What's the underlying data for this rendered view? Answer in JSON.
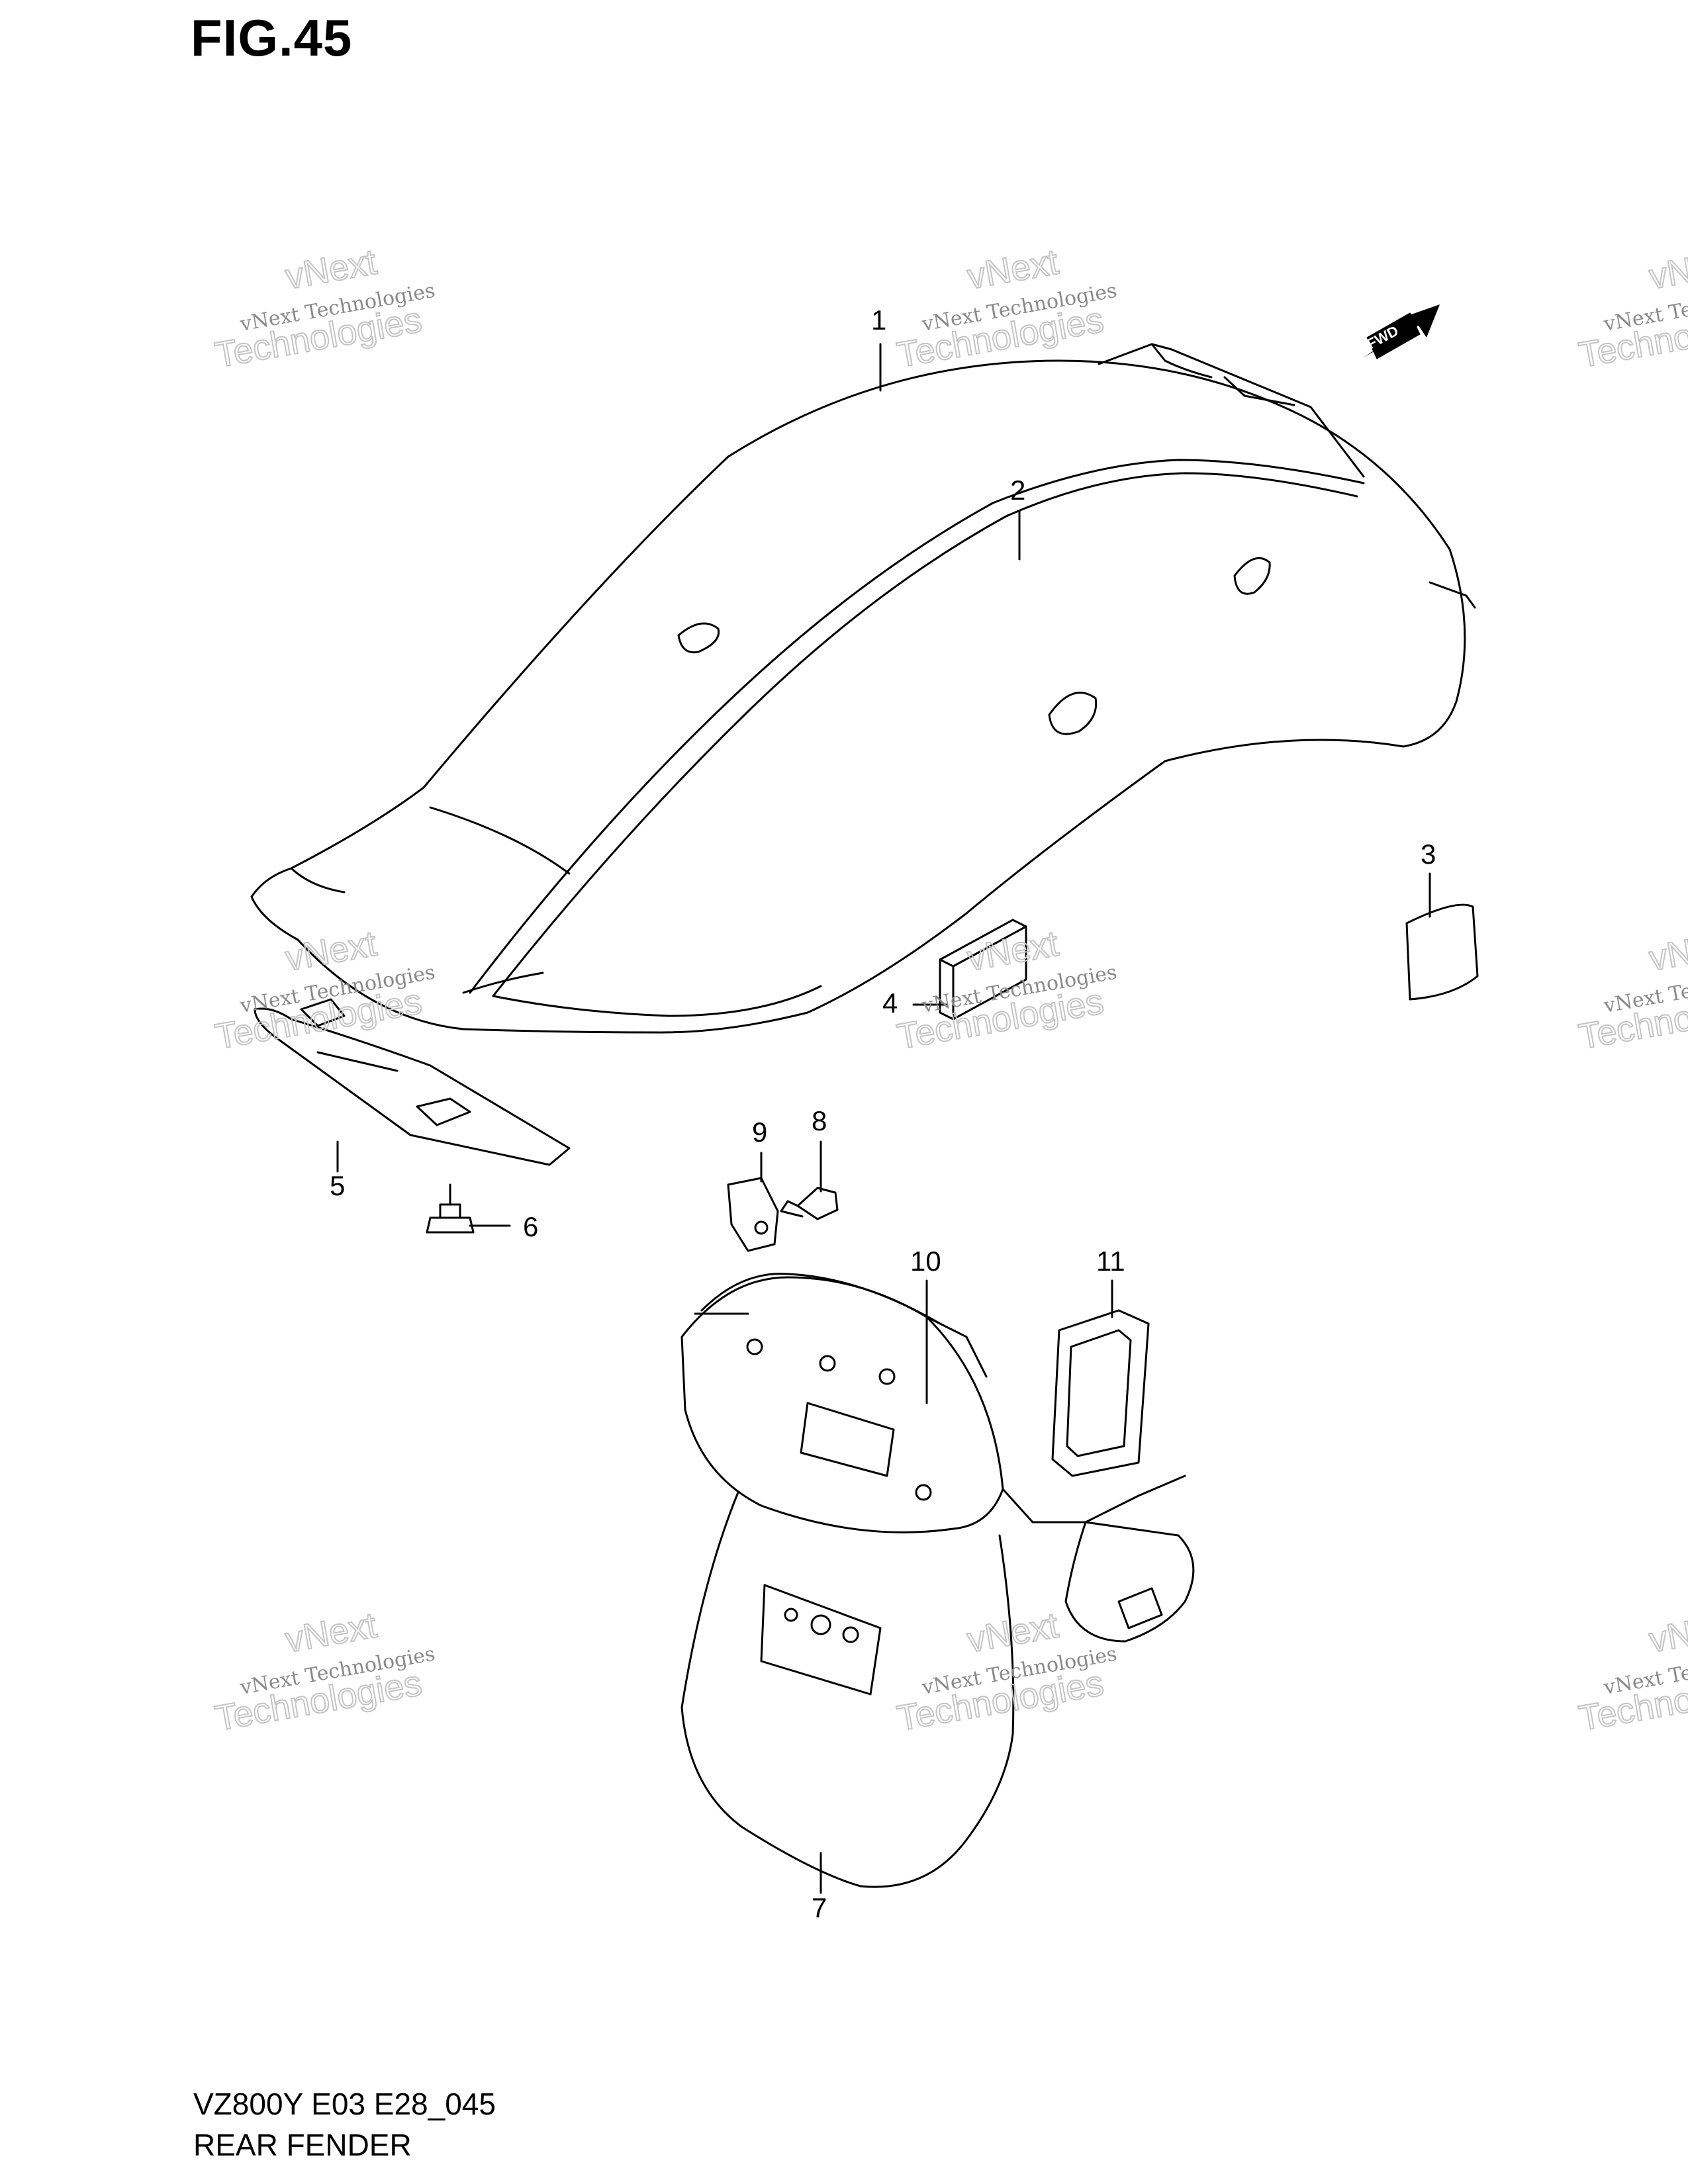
{
  "figure": {
    "title": "FIG.45"
  },
  "fwd_label": "FWD",
  "watermark": {
    "line1": "vNext Technologies",
    "line2": "vNext",
    "line3": "Technologies"
  },
  "callouts": [
    "1",
    "2",
    "3",
    "4",
    "5",
    "6",
    "7",
    "8",
    "9",
    "10",
    "11"
  ],
  "footer": {
    "model_code": "VZ800Y E03 E28_045",
    "part_name": "REAR FENDER"
  }
}
